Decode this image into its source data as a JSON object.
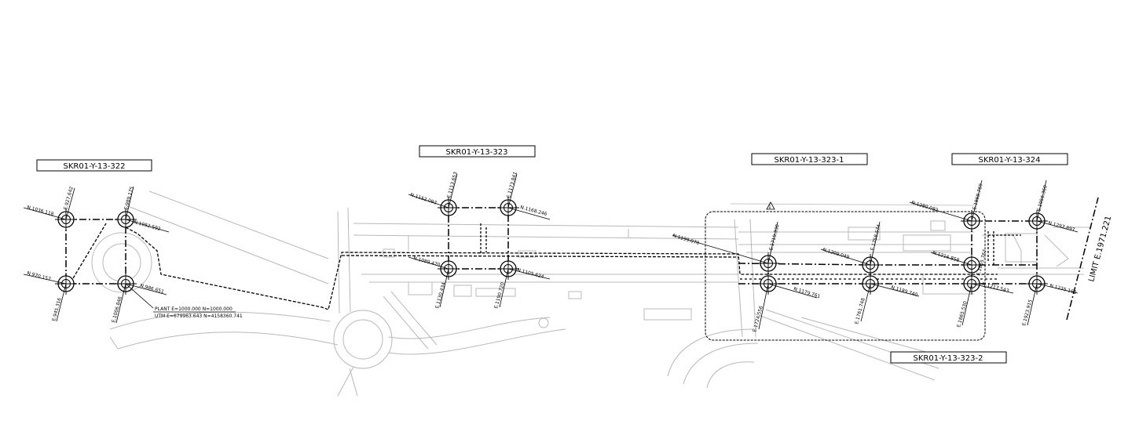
{
  "sheet_tags": [
    {
      "key": "t322",
      "text": "SKR01-Y-13-322"
    },
    {
      "key": "t323",
      "text": "SKR01-Y-13-323"
    },
    {
      "key": "t3231",
      "text": "SKR01-Y-13-323-1"
    },
    {
      "key": "t324",
      "text": "SKR01-Y-13-324"
    },
    {
      "key": "t3232",
      "text": "SKR01-Y-13-323-2"
    }
  ],
  "coordinates": {
    "c1": "N.1036.118",
    "c2": "E.927.642",
    "c3": "E.989.175",
    "c4": "N.1052.592",
    "c5": "N.970.157",
    "c6": "E.945.316",
    "c7": "E.1006.846",
    "c8": "N.986.651",
    "c9": "N.1152.093",
    "c10": "E.1113.653",
    "c11": "E.1173.841",
    "c12": "N.1168.246",
    "c13": "N.1089.470",
    "c14": "E.1130.434",
    "c15": "E.1190.720",
    "c16": "N.1105.624",
    "c17": "N.1199.070",
    "c18": "E.1719.330",
    "c19": "N.1209.049",
    "c20": "E.1758.574",
    "c21": "N.1179.761",
    "c22": "E.1724.556",
    "c23": "E.1761.748",
    "c24": "N.1189.740",
    "c25": "N.1280.082",
    "c26": "E.1868.769",
    "c27": "E.1956.360",
    "c28": "N.1297.897",
    "c29": "N.1216.858",
    "c30": "N.1217.543",
    "c31": "E.1865.530",
    "c32": "E.1923.915",
    "c33": "N.1235.163",
    "c34": "E.1865.767"
  },
  "plant_note": {
    "line1": "PLANT E=1000.000   N=1000.000",
    "line2": "UTM E=679963.643   N=4158360.741"
  },
  "limit_label": "LIMIT E.1971.221",
  "revision_mark": "1"
}
